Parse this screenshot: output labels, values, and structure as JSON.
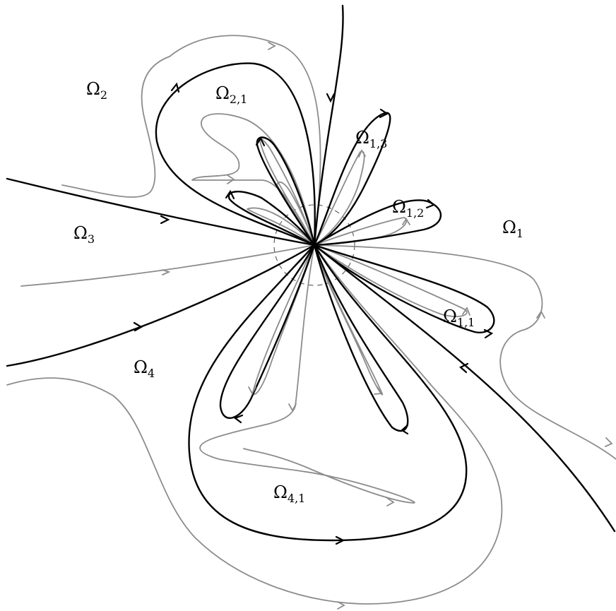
{
  "colors": {
    "separatrix": "#000000",
    "orbit": "#8c8c8c",
    "background": "#ffffff"
  },
  "regions": [
    {
      "id": "omega-1",
      "symbol": "Ω",
      "sub": "1"
    },
    {
      "id": "omega-2",
      "symbol": "Ω",
      "sub": "2"
    },
    {
      "id": "omega-3",
      "symbol": "Ω",
      "sub": "3"
    },
    {
      "id": "omega-4",
      "symbol": "Ω",
      "sub": "4"
    },
    {
      "id": "omega-1-1",
      "symbol": "Ω",
      "sub": "1,1"
    },
    {
      "id": "omega-1-2",
      "symbol": "Ω",
      "sub": "1,2"
    },
    {
      "id": "omega-1-3",
      "symbol": "Ω",
      "sub": "1,3"
    },
    {
      "id": "omega-2-1",
      "symbol": "Ω",
      "sub": "2,1"
    },
    {
      "id": "omega-4-1",
      "symbol": "Ω",
      "sub": "4,1"
    }
  ]
}
